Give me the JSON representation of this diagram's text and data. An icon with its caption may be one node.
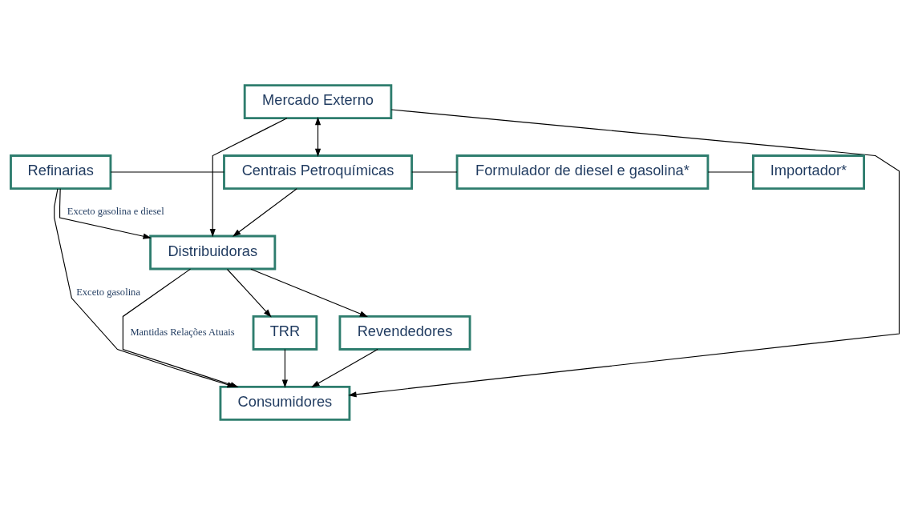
{
  "diagram": {
    "nodes": [
      {
        "text": [
          "Mercado Externo"
        ]
      },
      {
        "text": [
          "Refinarias"
        ]
      },
      {
        "text": [
          "Centrais Petroquímicas"
        ]
      },
      {
        "text": [
          "Formulador de diesel e gasolina*"
        ]
      },
      {
        "text": [
          "Importador*"
        ]
      },
      {
        "text": [
          "Distribuidoras"
        ]
      },
      {
        "text": [
          "TRR"
        ]
      },
      {
        "text": [
          "Revendedores"
        ]
      },
      {
        "text": [
          "Consumidores"
        ]
      }
    ],
    "edges": [
      {
        "from": 0,
        "to": 2,
        "arrow": "both"
      },
      {
        "from": 1,
        "to": 2,
        "arrow": "none"
      },
      {
        "from": 2,
        "to": 3,
        "arrow": "none"
      },
      {
        "from": 3,
        "to": 4,
        "arrow": "none"
      },
      {
        "from": 2,
        "to": 5,
        "arrow": "to"
      },
      {
        "from": 0,
        "to": 5,
        "arrow": "to"
      },
      {
        "from": 1,
        "to": 5,
        "arrow": "to",
        "label": "Exceto gasolina e diesel"
      },
      {
        "from": 0,
        "to": 8,
        "arrow": "to"
      },
      {
        "from": 1,
        "to": 8,
        "arrow": "to",
        "label": "Exceto gasolina"
      },
      {
        "from": 5,
        "to": 6,
        "arrow": "to"
      },
      {
        "from": 5,
        "to": 7,
        "arrow": "to"
      },
      {
        "from": 6,
        "to": 8,
        "arrow": "to"
      },
      {
        "from": 7,
        "to": 8,
        "arrow": "to"
      },
      {
        "from": 5,
        "to": 8,
        "arrow": "to",
        "label": "Mantidas Relações Atuais"
      }
    ]
  }
}
